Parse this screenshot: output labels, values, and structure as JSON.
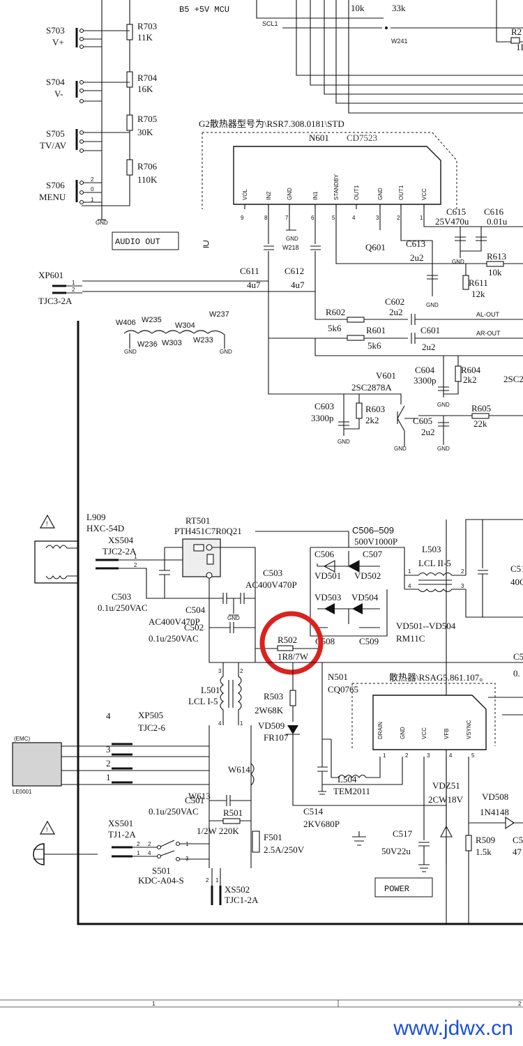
{
  "top": {
    "mcu_label": "B5 +5V MCU",
    "r_10k": "10k",
    "r_33k": "33k",
    "scl1": "SCL1",
    "w241": "W241",
    "r2_partial": "R2",
    "r2_val_partial": "1I"
  },
  "switches": [
    {
      "ref": "S703",
      "name": "V+"
    },
    {
      "ref": "S704",
      "name": "V-"
    },
    {
      "ref": "S705",
      "name": "TV/AV"
    },
    {
      "ref": "S706",
      "name": "MENU"
    }
  ],
  "resistor_chain": [
    {
      "ref": "R703",
      "val": "11K"
    },
    {
      "ref": "R704",
      "val": "16K"
    },
    {
      "ref": "R705",
      "val": "30K"
    },
    {
      "ref": "R706",
      "val": "110K"
    }
  ],
  "s706_pins": [
    "2",
    "0",
    "1"
  ],
  "gnd": "GND",
  "audio_out": "AUDIO  OUT",
  "audio_ic": {
    "heatsink_note": "G2散热器型号为\\RSR7.308.0181\\STD",
    "ref": "N601",
    "part": "CD7523",
    "pins": [
      {
        "name": "VOL",
        "num": "9"
      },
      {
        "name": "IN2",
        "num": "8"
      },
      {
        "name": "GND",
        "num": "7"
      },
      {
        "name": "IN1",
        "num": "6"
      },
      {
        "name": "STANDBY",
        "num": "5"
      },
      {
        "name": "OUT1",
        "num": "4"
      },
      {
        "name": "GND",
        "num": "3"
      },
      {
        "name": "OUT1",
        "num": "2"
      },
      {
        "name": "VCC",
        "num": "1"
      }
    ]
  },
  "audio_parts": {
    "c615": "C615",
    "c615_val": "25V470u",
    "c616": "C616",
    "c616_val": "0.01u",
    "w218": "W218",
    "q601": "Q601",
    "c613": "C613",
    "c613_val": "2u2",
    "r613": "R613",
    "r613_val": "10k",
    "r611": "R611",
    "r611_val": "12k",
    "c611": "C611",
    "c611_val": "4u7",
    "c612": "C612",
    "c612_val": "4u7",
    "xp601": "XP601",
    "xp601_type": "TJC3-2A",
    "r602": "R602",
    "r602_val": "5k6",
    "c602": "C602",
    "c602_val": "2u2",
    "al_out": "AL-OUT",
    "r601": "R601",
    "r601_val": "5k6",
    "c601": "C601",
    "c601_val": "2u2",
    "ar_out": "AR-OUT",
    "v601": "V601",
    "v601_part": "2SC2878A",
    "c604": "C604",
    "c604_val": "3300p",
    "r604": "R604",
    "r604_val": "2k2",
    "sc2_partial": "2SC2",
    "c603": "C603",
    "c603_val": "3300p",
    "r603": "R603",
    "r603_val": "2k2",
    "c605": "C605",
    "c605_val": "2u2",
    "r605": "R605",
    "r605_val": "22k"
  },
  "jumpers": {
    "w406": "W406",
    "w235": "W235",
    "w304": "W304",
    "w237": "W237",
    "w236": "W236",
    "w303": "W303",
    "w233": "W233"
  },
  "power": {
    "l909": "L909",
    "l909_part": "HXC-54D",
    "xs504": "XS504",
    "xs504_type": "TJC2-2A",
    "c503a": "C503",
    "c503a_val": "0.1u/250VAC",
    "rt501": "RT501",
    "rt501_part": "PTH451C7R0Q21",
    "c503b": "C503",
    "c503b_val": "AC400V470P",
    "c504": "C504",
    "c504_val": "AC400V470P",
    "c502": "C502",
    "c502_val": "0.1u/250VAC",
    "c506_509": "C506–509",
    "c506_509_val": "500V1000P",
    "c506": "C506",
    "c507": "C507",
    "c508": "C508",
    "c509": "C509",
    "vd501": "VD501",
    "vd502": "VD502",
    "vd503": "VD503",
    "vd504": "VD504",
    "vd_note": "VD501--VD504",
    "vd_part": "RM11C",
    "l503": "L503",
    "l503_part": "LCL II-5",
    "c51_partial": "C51",
    "c51_val_partial": "40C",
    "r502": "R502",
    "r502_val": "1R8/7W",
    "c5_partial": "C5",
    "c5_val_partial": "0.",
    "l501": "L501",
    "l501_part": "LCL I-5",
    "r503": "R503",
    "r503_val": "2W68K",
    "vd509": "VD509",
    "vd509_part": "FR107",
    "n501": "N501",
    "n501_part": "CQ0765",
    "heatsink2": "散热器\\RSAG5.861.107。",
    "n501_pins": [
      {
        "name": "DRAIN",
        "num": "1"
      },
      {
        "name": "GND",
        "num": "2"
      },
      {
        "name": "VCC",
        "num": "3"
      },
      {
        "name": "VFB",
        "num": "4"
      },
      {
        "name": "VSYNC",
        "num": "5"
      }
    ],
    "xp505": "XP505",
    "xp505_type": "TJC2-6",
    "emc": "(EMC)",
    "le0001": "LE0001",
    "xp505_pins": [
      "4",
      "3",
      "2",
      "1"
    ],
    "l504": "L504",
    "l504_part": "TEM2011",
    "w613": "W613",
    "w614": "W614",
    "c501": "C501",
    "c501_val": "0.1u/250VAC",
    "r501": "R501",
    "r501_val": "1/2W 220K",
    "c514": "C514",
    "c514_val": "2KV680P",
    "vdz51": "VDZ51",
    "vdz51_part": "2CW18V",
    "vd508": "VD508",
    "vd508_part": "1N4148",
    "c517": "C517",
    "c517_val": "50V22u",
    "r509": "R509",
    "r509_val": "1.5k",
    "c5b_partial": "C5",
    "c5b_val_partial": "47",
    "xs501": "XS501",
    "xs501_type": "TJ1-2A",
    "s501": "S501",
    "s501_part": "KDC-A04-S",
    "f501": "F501",
    "f501_val": "2.5A/250V",
    "xs502": "XS502",
    "xs502_type": "TJC1-2A",
    "power_box": "POWER"
  },
  "title_block": {
    "col1": "1",
    "col2": "2"
  },
  "watermark": "www.jdwx.cn",
  "colors": {
    "highlight": "#d9231f",
    "watermark": "#1a4fd8"
  }
}
